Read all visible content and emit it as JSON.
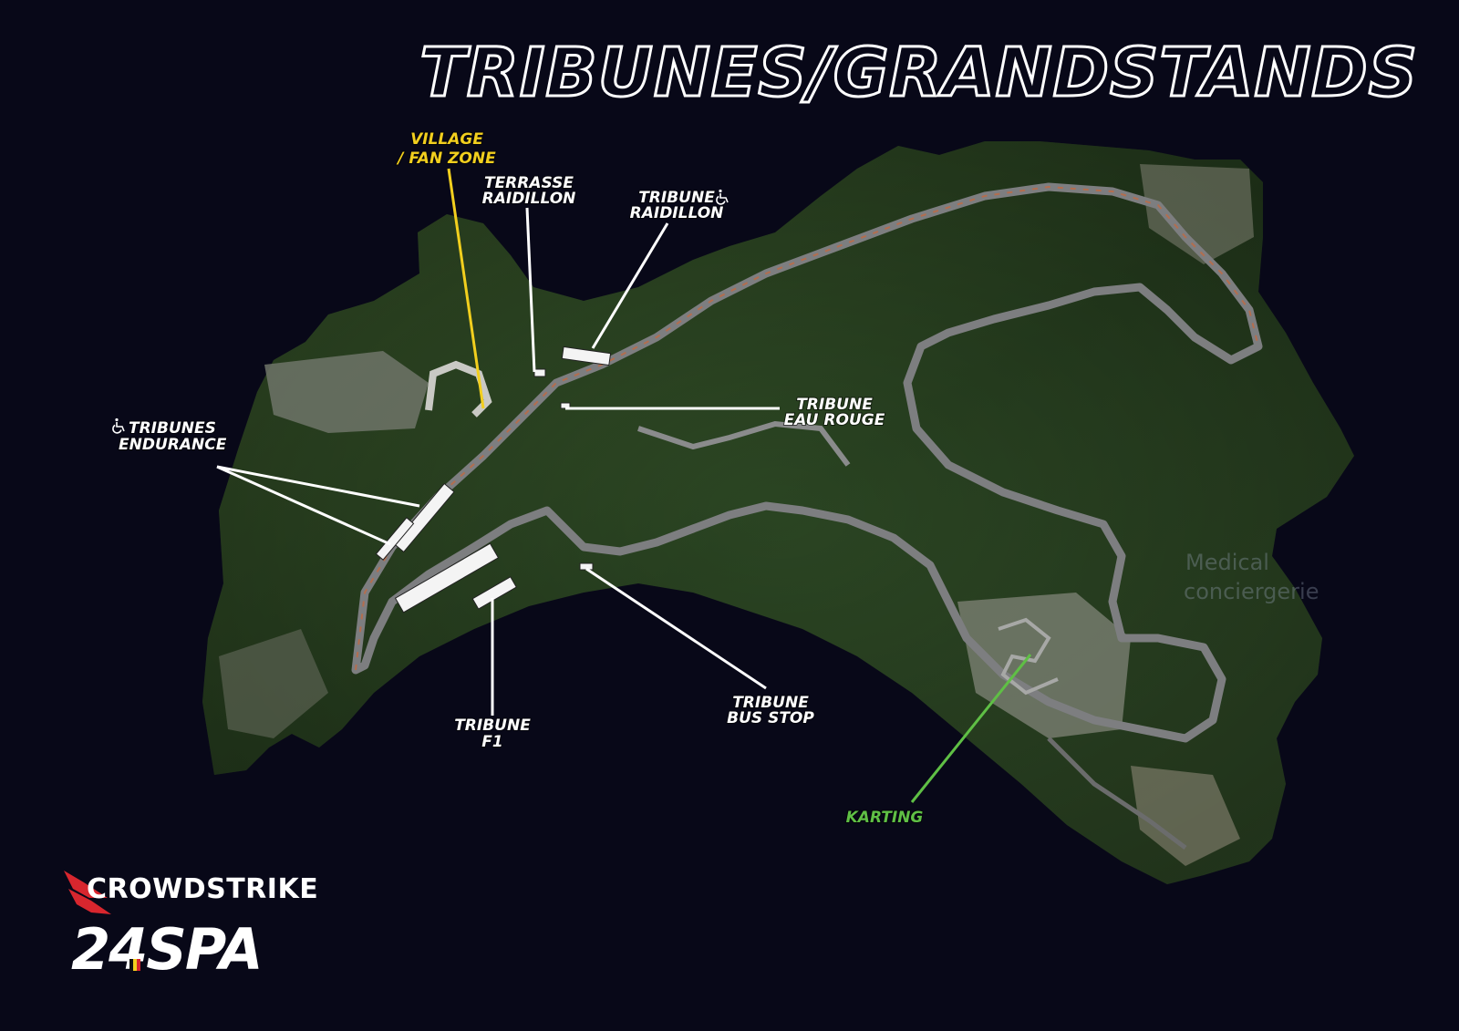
{
  "title": "TRIBUNES/GRANDSTANDS",
  "labels": {
    "village": [
      "VILLAGE",
      "/ FAN ZONE"
    ],
    "terrasse_raidillon": [
      "TERRASSE",
      "RAIDILLON"
    ],
    "tribune_raidillon": [
      "TRIBUNE",
      "RAIDILLON"
    ],
    "tribunes_endurance": [
      "TRIBUNES",
      "ENDURANCE"
    ],
    "tribune_eau_rouge": [
      "TRIBUNE",
      "EAU ROUGE"
    ],
    "tribune_f1": [
      "TRIBUNE",
      "F1"
    ],
    "tribune_bus_stop": [
      "TRIBUNE",
      "BUS STOP"
    ],
    "karting": "KARTING"
  },
  "ghost_labels": [
    "Medical",
    "conciergerie"
  ],
  "accessibility_icon": "wheelchair-icon",
  "colors": {
    "background": "#080818",
    "village": "#f2cf1e",
    "karting": "#5fbf45",
    "standard_label": "#ffffff",
    "sponsor_red": "#d8262e"
  },
  "branding": {
    "sponsor": "CROWDSTRIKE",
    "event": "24SPA"
  }
}
